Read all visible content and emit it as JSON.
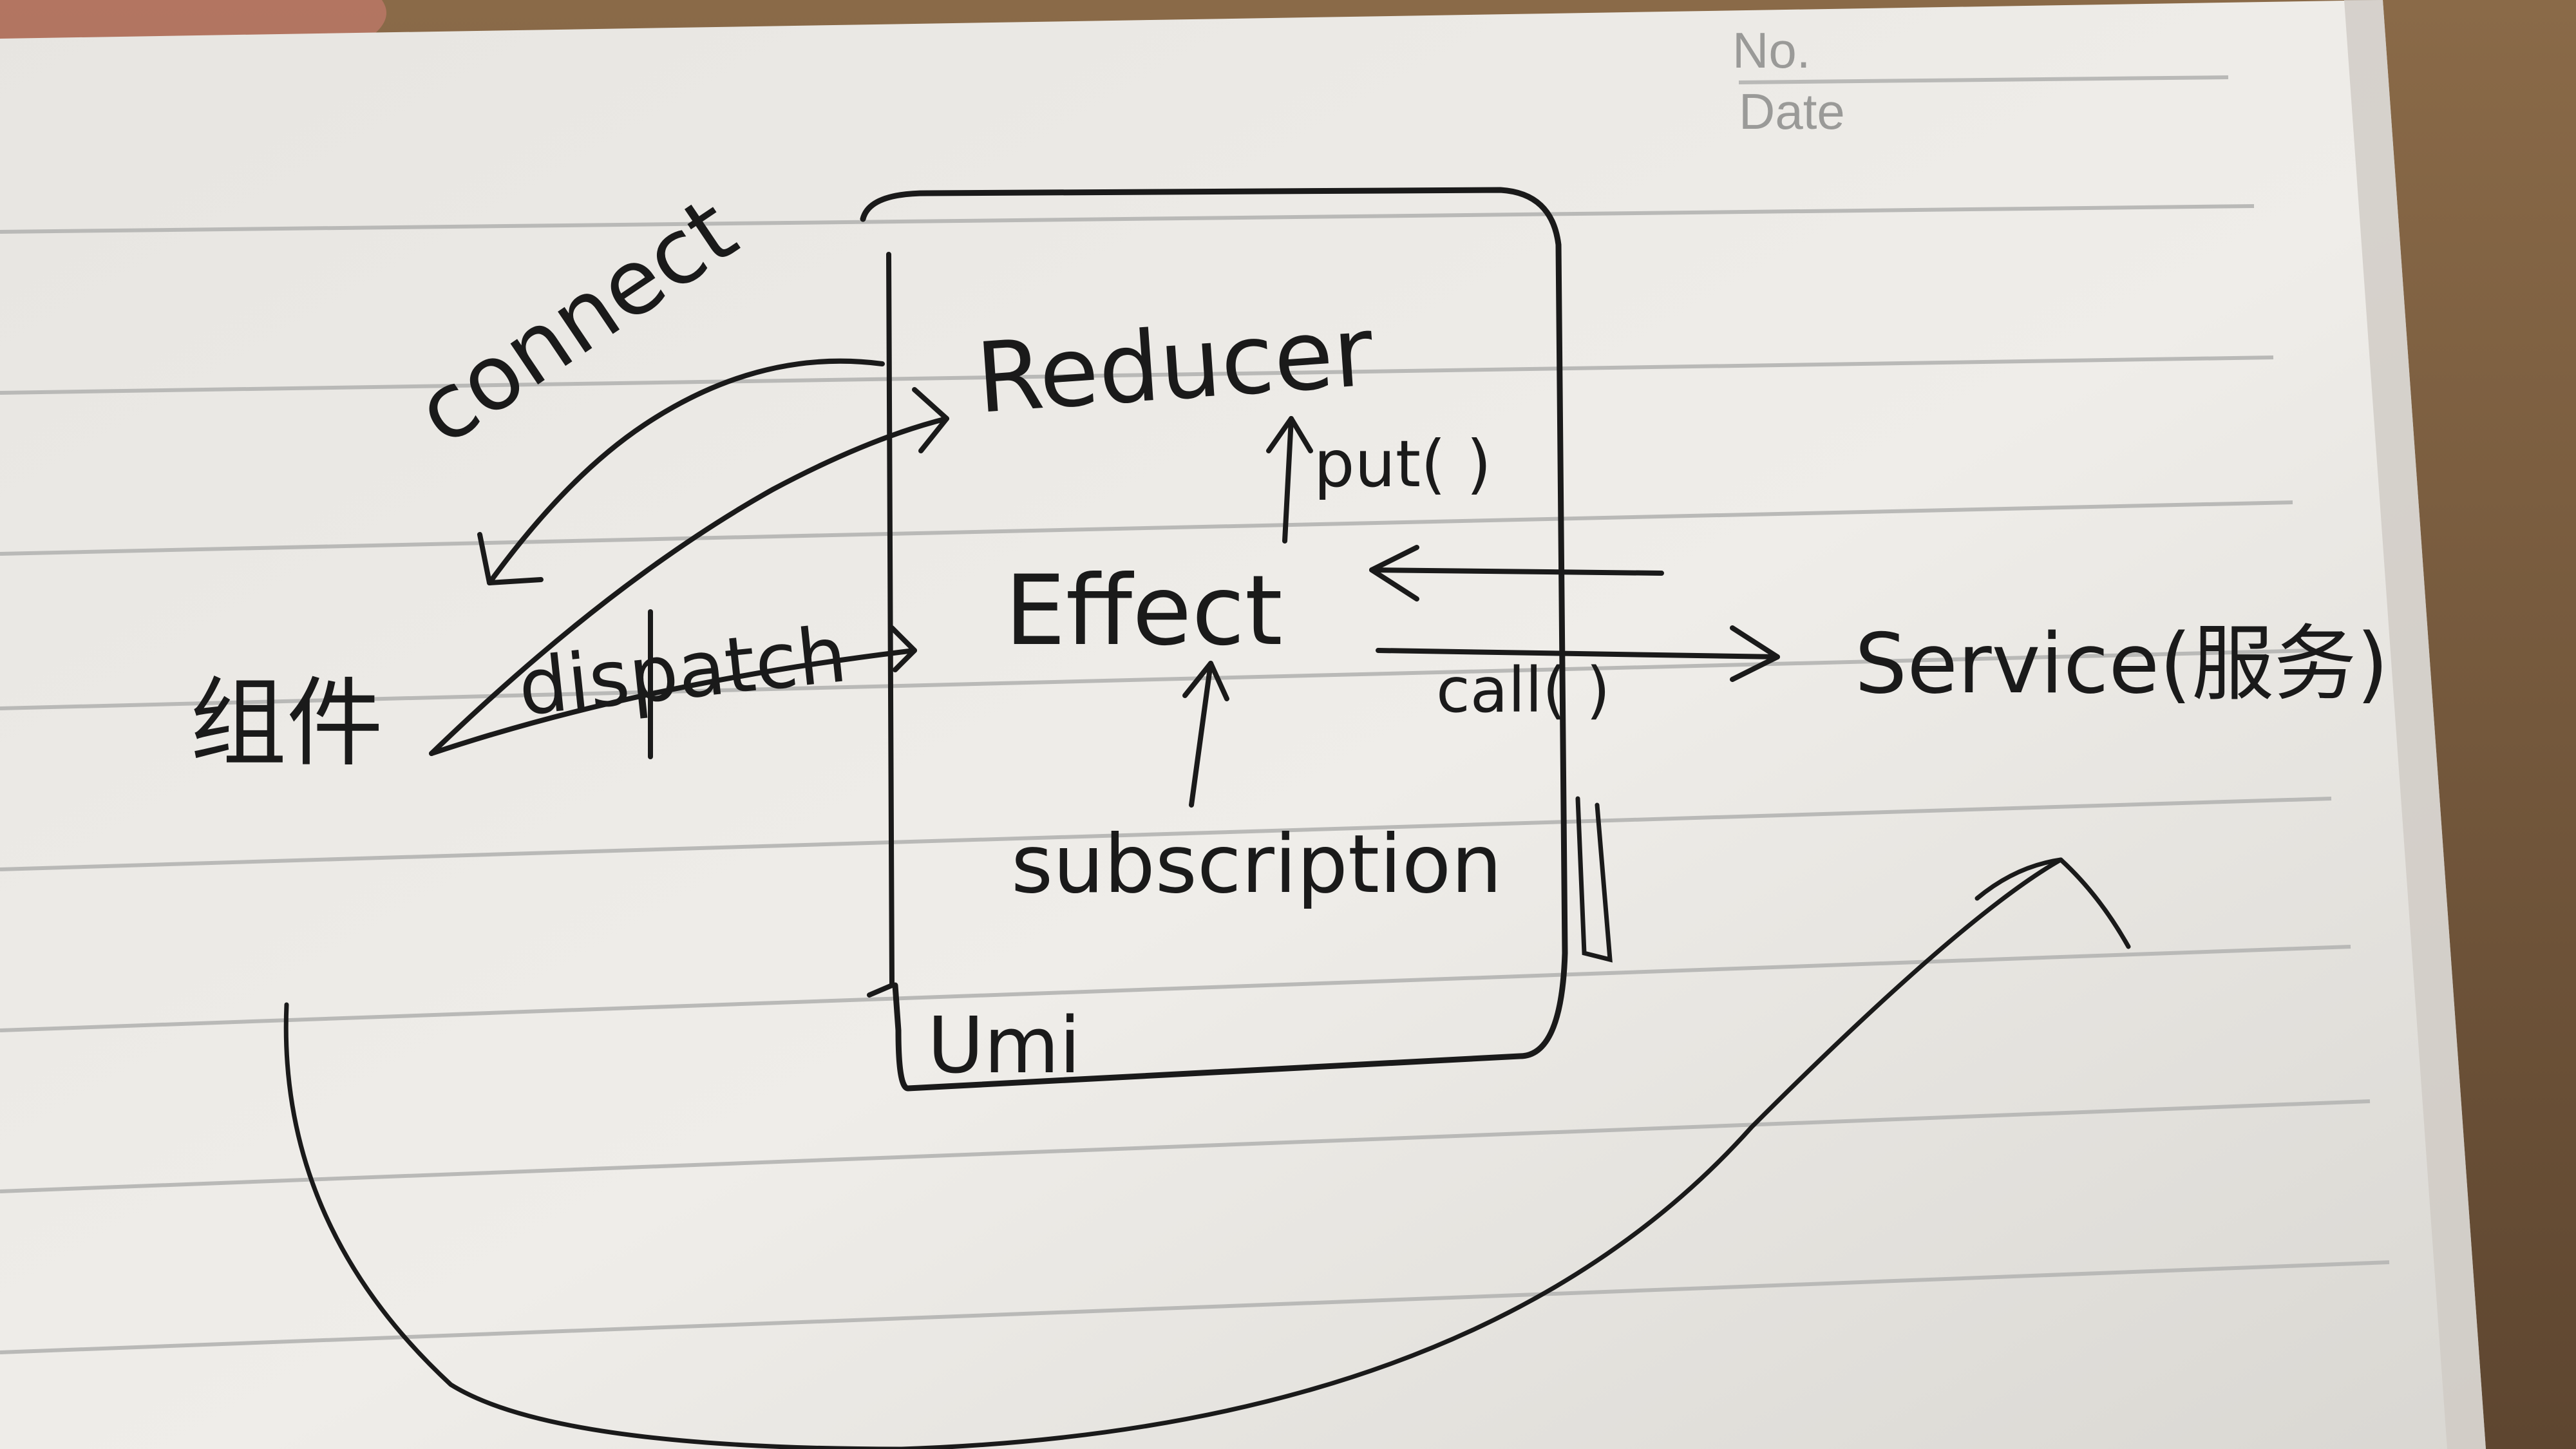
{
  "header": {
    "no_label": "No.",
    "date_label": "Date"
  },
  "diagram": {
    "nodes": {
      "reducer": "Reducer",
      "effect": "Effect",
      "subscription": "subscription",
      "umi": "Umi",
      "component": "组件",
      "service": "Service(服务)"
    },
    "edges": {
      "connect": "connect",
      "dispatch": "dispatch",
      "put": "put( )",
      "call": "call( )"
    }
  },
  "colors": {
    "ink": "#1a1a1a",
    "paper": "#eceae6",
    "rule": "#b9b9b7",
    "desk": "#7a5a3a"
  }
}
